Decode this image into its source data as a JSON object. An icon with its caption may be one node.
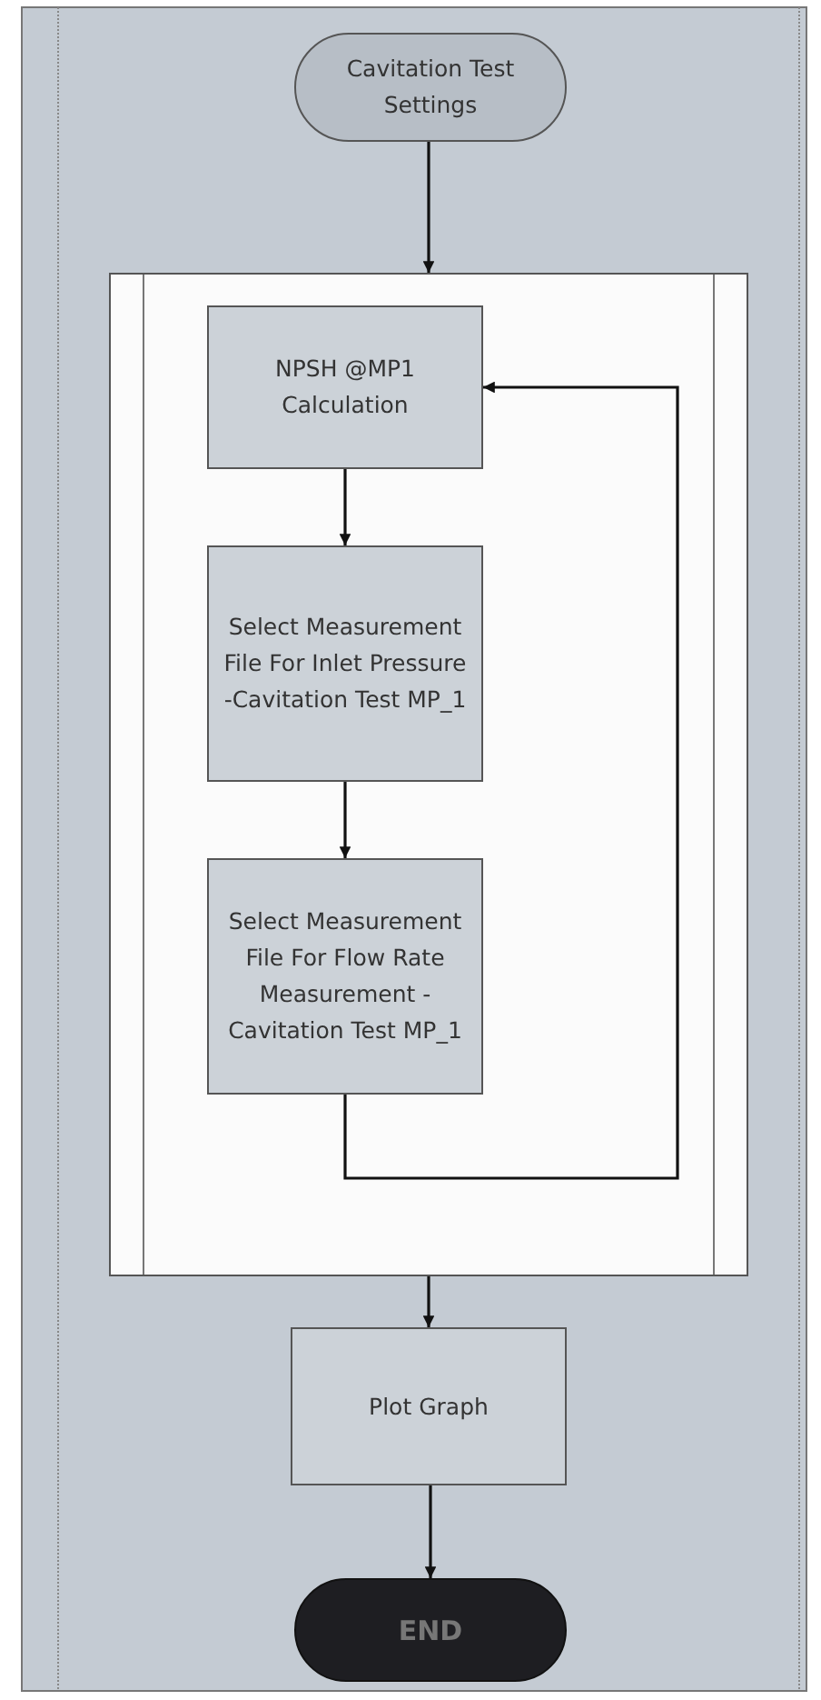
{
  "diagram": {
    "nodes": [
      {
        "text": [
          "Cavitation Test Settings"
        ]
      },
      {
        "text": [],
        "shape": "box"
      },
      {
        "text": [
          "NPSH @MP1 Calculation"
        ],
        "in": 1
      },
      {
        "text": [
          "Select Measurement File For Inlet Pressure -Cavitation Test MP_1"
        ],
        "in": 1
      },
      {
        "text": [
          "Select Measurement File For Flow Rate Measurement -Cavitation Test MP_1"
        ],
        "in": 1
      },
      {
        "text": [
          "Plot Graph"
        ]
      },
      {
        "text": [
          "END"
        ]
      }
    ],
    "edges": [
      {
        "from": 0,
        "to": 1,
        "arrow": "to"
      },
      {
        "from": 2,
        "to": 3,
        "arrow": "to"
      },
      {
        "from": 3,
        "to": 4,
        "arrow": "to"
      },
      {
        "from": 4,
        "to": 2,
        "arrow": "to"
      },
      {
        "from": 1,
        "to": 5,
        "arrow": "to"
      },
      {
        "from": 5,
        "to": 6,
        "arrow": "to"
      }
    ]
  }
}
